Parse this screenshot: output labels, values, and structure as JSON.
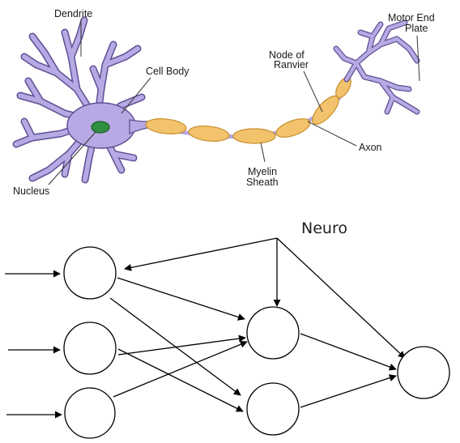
{
  "neuron": {
    "labels": {
      "dendrite": "Dendrite",
      "cell_body": "Cell Body",
      "node_of_ranvier_1": "Node of",
      "node_of_ranvier_2": "Ranvier",
      "motor_end_plate_1": "Motor End",
      "motor_end_plate_2": "Plate",
      "axon": "Axon",
      "myelin_sheath_1": "Myelin",
      "myelin_sheath_2": "Sheath",
      "nucleus": "Nucleus"
    },
    "colors": {
      "dendrite_fill": "#b7a9e3",
      "dendrite_edge": "#5e4f94",
      "myelin": "#f2c36c",
      "nucleus": "#2f8f3f"
    }
  },
  "network": {
    "title": "Neuro",
    "layers": [
      3,
      2,
      1
    ]
  }
}
